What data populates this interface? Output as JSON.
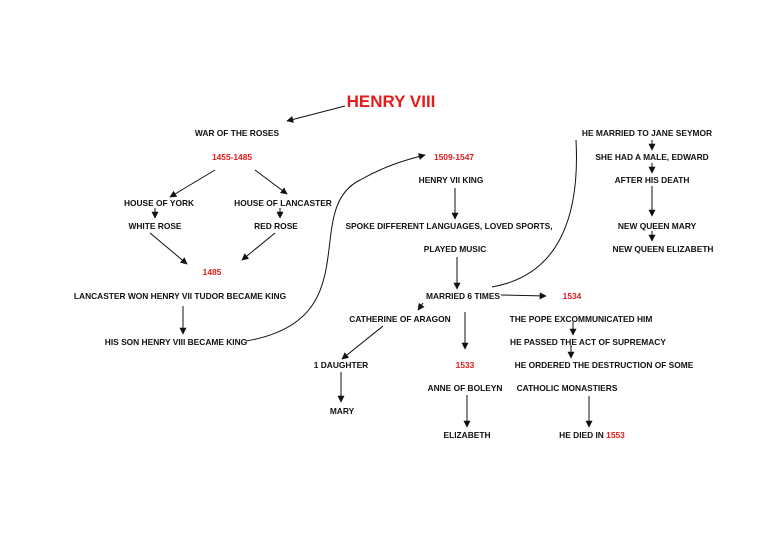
{
  "colors": {
    "text": "#111111",
    "accent": "#e31b1b",
    "line": "#111111",
    "background": "#ffffff"
  },
  "title": "HENRY VIII",
  "nodes": {
    "war_of_roses": "WAR OF THE ROSES",
    "years_1455_1485": "1455-1485",
    "house_york": "HOUSE OF YORK",
    "white_rose": "WHITE ROSE",
    "house_lancaster": "HOUSE OF LANCASTER",
    "red_rose": "RED ROSE",
    "year_1485": "1485",
    "lancaster_won": "LANCASTER WON HENRY VII TUDOR BECAME KING",
    "son_became_king": "HIS SON HENRY VIII BECAME KING",
    "years_1509_1547": "1509-1547",
    "henry_vii_king": "HENRY VII KING",
    "spoke_languages": "SPOKE DIFFERENT LANGUAGES, LOVED SPORTS,",
    "played_music": "PLAYED MUSIC",
    "married_6": "MARRIED 6 TIMES",
    "catherine": "CATHERINE OF ARAGON",
    "one_daughter": "1 DAUGHTER",
    "mary": "MARY",
    "year_1533": "1533",
    "anne_boleyn": "ANNE OF BOLEYN",
    "elizabeth": "ELIZABETH",
    "year_1534": "1534",
    "pope_excommunicated": "THE POPE EXCOMMUNICATED HIM",
    "act_supremacy": "HE PASSED THE ACT OF SUPREMACY",
    "ordered_destruction": "HE ORDERED THE DESTRUCTION OF SOME",
    "catholic_monasteries": "CATHOLIC MONASTIERS",
    "died_in_prefix": "HE DIED IN ",
    "died_year": "1553",
    "married_jane": "HE MARRIED TO JANE SEYMOR",
    "male_edward": "SHE HAD A MALE, EDWARD",
    "after_death": "AFTER HIS DEATH",
    "queen_mary": "NEW QUEEN MARY",
    "queen_elizabeth": "NEW QUEEN ELIZABETH"
  }
}
